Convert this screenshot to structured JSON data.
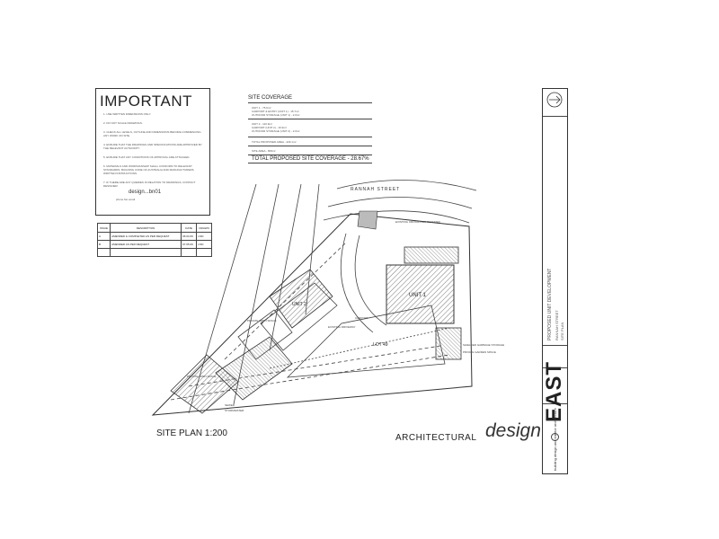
{
  "important": {
    "title": "IMPORTANT",
    "notes": [
      "1. USE WRITTEN DIMENSIONS ONLY.",
      "2. DO NOT SCALE DRAWINGS.",
      "3. CHECK ALL LEVELS, OUTLINE AND DIMENSIONS BEFORE COMMENCING ANY WORK ON SITE.",
      "4. ENSURE THAT THE DRAWINGS AND SPECIFICATIONS ARE APPROVED BY THE RELEVANT AUTHORITY.",
      "5. ENSURE THAT ANY CONDITIONS OF APPROVAL ARE ATTACHED.",
      "6. MATERIALS AND WORKMANSHIP SHALL CONFORM TO RELEVANT STANDARDS, BUILDING CODE OF AUSTRALIA AND MANUFACTURERS WRITTEN INSTRUCTIONS.",
      "7. IF THERE ARE ANY QUERIES IN RELATION TO DRAWINGS, CONTACT DESIGNER."
    ],
    "designer": "design...bn01",
    "contact": "phone   fax   email"
  },
  "coverage": {
    "title": "SITE COVERAGE",
    "lines": [
      "UNIT 1 - 75.6m²",
      "CARPORT & ENTRY (UNIT 1) - 15.7m²",
      "OUTDOOR STORAGE (UNIT 1) - 2.0m²",
      "UNIT 2 - 116.9m²",
      "CARPORT (UNIT 2) - 16.9m²",
      "OUTDOOR STORAGE (UNIT 2) - 2.0m²",
      "TOTAL PROPOSED AREA - 229.1m²",
      "SITE AREA - 809m²"
    ],
    "total": "TOTAL PROPOSED SITE COVERAGE - 28.67%"
  },
  "revisions": {
    "headers": [
      "ISSUE",
      "DESCRIPTION",
      "DATE",
      "DRAWN"
    ],
    "rows": [
      [
        "A",
        "AMENDED & COMPLETED AS PER REQUEST",
        "06.04.09",
        "LMC"
      ],
      [
        "B",
        "AMENDED AS PER REQUEST",
        "07.05.09",
        "LMC"
      ]
    ]
  },
  "plan": {
    "street": "RANNAH STREET",
    "unit1": "UNIT 1",
    "unit2": "UNIT 2",
    "lot": "LOT 49",
    "labels": [
      "PRIVATE OPEN SPACE",
      "PRIVATE OPEN SPACE",
      "SHIELDED GARBAGE STORAGE",
      "PRIVATE GARDEN SPACE",
      "CARPORT",
      "EXISTING DRIVEWAY",
      "SEWER",
      "STORMWATER",
      "EXISTING CROSSOVER RETAINED"
    ]
  },
  "footer": {
    "site_plan": "SITE PLAN 1:200",
    "architectural": "ARCHITECTURAL",
    "design_logo": "design",
    "east": "EAST",
    "east_desc": "building design and interior architecture"
  },
  "titleblock": {
    "project": "PROPOSED UNIT DEVELOPMENT",
    "address": "RANNAH STREET",
    "sheet": "SITE PLAN"
  }
}
